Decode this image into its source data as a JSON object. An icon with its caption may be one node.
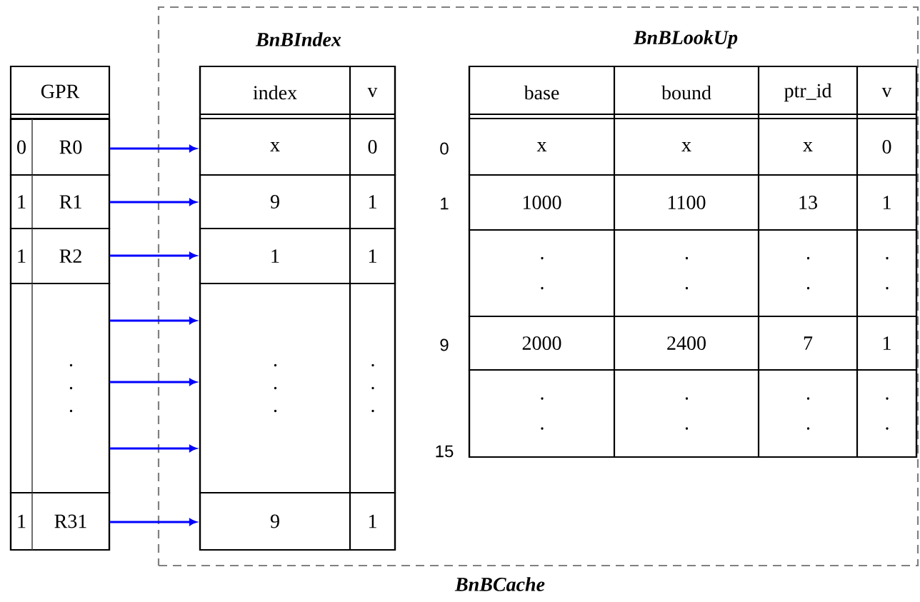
{
  "diagram": {
    "nodes": [
      {
        "text": [
          "GPR"
        ]
      },
      {
        "text": [
          "0",
          "R0"
        ],
        "in": 0
      },
      {
        "text": [
          "1",
          "R1"
        ],
        "in": 0
      },
      {
        "text": [
          "1",
          "R2"
        ],
        "in": 0
      },
      {
        "text": [
          ". . ."
        ],
        "in": 0
      },
      {
        "text": [
          "1",
          "R31"
        ],
        "in": 0
      },
      {
        "text": [
          "BnBCache"
        ]
      },
      {
        "text": [
          "BnBIndex"
        ],
        "in": 6
      },
      {
        "text": [
          "index",
          "v"
        ],
        "in": 7
      },
      {
        "text": [
          "x",
          "0"
        ],
        "in": 7
      },
      {
        "text": [
          "9",
          "1"
        ],
        "in": 7
      },
      {
        "text": [
          "1",
          "1"
        ],
        "in": 7
      },
      {
        "text": [
          ". . .",
          ". . ."
        ],
        "in": 7
      },
      {
        "text": [
          "9",
          "1"
        ],
        "in": 7
      },
      {
        "text": [
          "BnBLookUp"
        ],
        "in": 6
      },
      {
        "text": [
          "base",
          "bound",
          "ptr_id",
          "v"
        ],
        "in": 14
      },
      {
        "text": [
          "x",
          "x",
          "x",
          "0"
        ],
        "in": 14,
        "beside": [
          "0"
        ]
      },
      {
        "text": [
          "1000",
          "1100",
          "13",
          "1"
        ],
        "in": 14,
        "beside": [
          "1"
        ]
      },
      {
        "text": [
          ". .",
          ". .",
          ". .",
          ". ."
        ],
        "in": 14
      },
      {
        "text": [
          "2000",
          "2400",
          "7",
          "1"
        ],
        "in": 14,
        "beside": [
          "9"
        ]
      },
      {
        "text": [
          ". .",
          ". .",
          ". .",
          ". ."
        ],
        "in": 14,
        "beside": [
          "15"
        ]
      }
    ],
    "edges": [
      {
        "from": 1,
        "to": 9,
        "arrow": "to"
      },
      {
        "from": 2,
        "to": 10,
        "arrow": "to"
      },
      {
        "from": 3,
        "to": 11,
        "arrow": "to"
      },
      {
        "from": 4,
        "to": 12,
        "arrow": "to"
      },
      {
        "from": 4,
        "to": 12,
        "arrow": "to"
      },
      {
        "from": 4,
        "to": 12,
        "arrow": "to"
      },
      {
        "from": 5,
        "to": 13,
        "arrow": "to"
      }
    ]
  }
}
